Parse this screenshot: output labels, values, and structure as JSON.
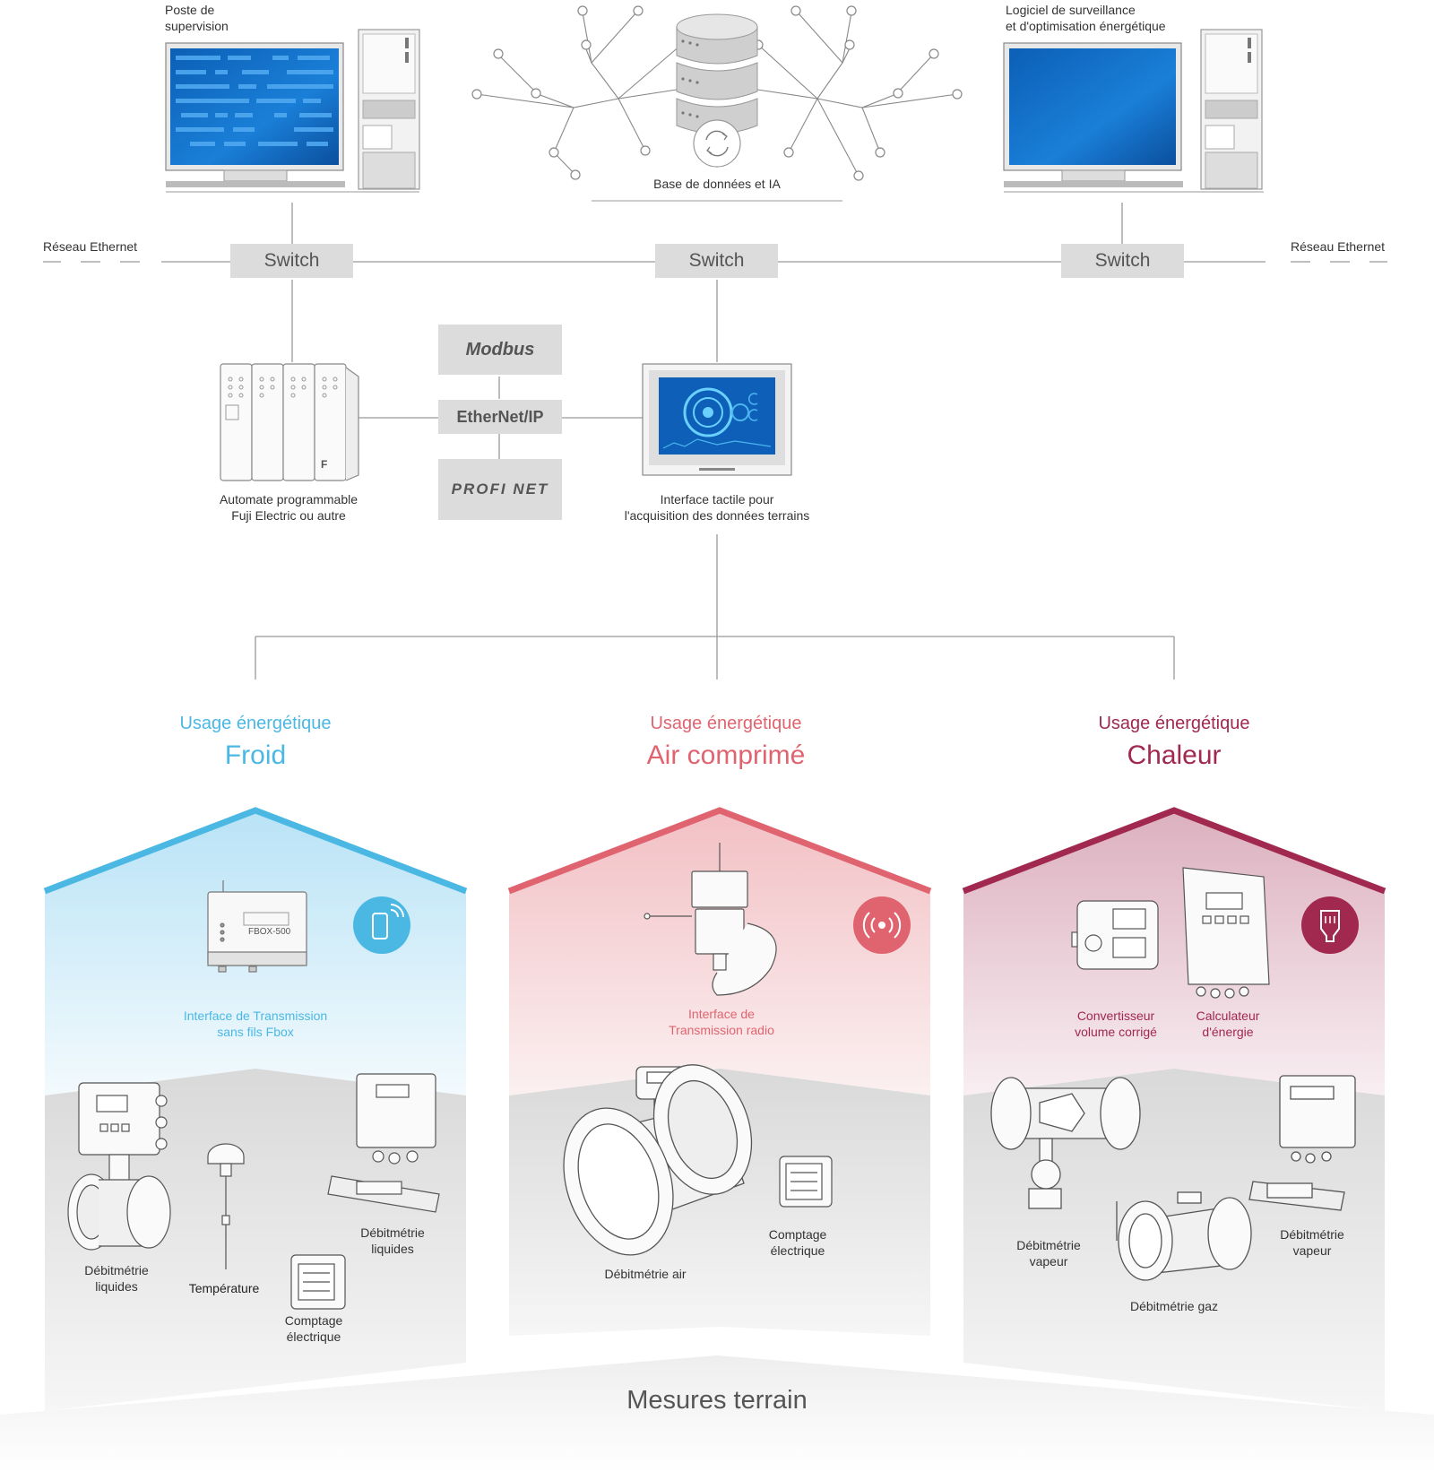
{
  "top": {
    "supervision_label": [
      "Poste de",
      "supervision"
    ],
    "database_label": "Base de données et IA",
    "software_label": [
      "Logiciel de surveillance",
      "et d'optimisation énergétique"
    ]
  },
  "network": {
    "left_label": "Réseau Ethernet",
    "right_label": "Réseau Ethernet",
    "switches": [
      "Switch",
      "Switch",
      "Switch"
    ]
  },
  "middle": {
    "plc_label": [
      "Automate programmable",
      "Fuji Electric ou autre"
    ],
    "hmi_label": [
      "Interface tactile pour",
      "l'acquisition des données terrains"
    ],
    "protocols": [
      "Modbus",
      "EtherNet/IP",
      "PROFI NET"
    ]
  },
  "usages": [
    {
      "line1": "Usage énergétique",
      "line2": "Froid",
      "color": "#4bb8e4",
      "device_name": "FBOX-500",
      "gateway_label": [
        "Interface de Transmission",
        "sans fils Fbox"
      ],
      "icon": "phone-wireless-icon",
      "measures": [
        {
          "label": [
            "Débitmétrie",
            "liquides"
          ]
        },
        {
          "label": [
            "Température"
          ]
        },
        {
          "label": [
            "Comptage",
            "électrique"
          ]
        },
        {
          "label": [
            "Débitmétrie",
            "liquides"
          ]
        }
      ]
    },
    {
      "line1": "Usage énergétique",
      "line2": "Air comprimé",
      "color": "#e06470",
      "gateway_label": [
        "Interface de",
        "Transmission radio"
      ],
      "icon": "radio-signal-icon",
      "measures": [
        {
          "label": [
            "Débitmétrie air"
          ]
        },
        {
          "label": [
            "Comptage",
            "électrique"
          ]
        }
      ]
    },
    {
      "line1": "Usage énergétique",
      "line2": "Chaleur",
      "color": "#a1284f",
      "gateway_labels": [
        [
          "Convertisseur",
          "volume corrigé"
        ],
        [
          "Calculateur",
          "d'énergie"
        ]
      ],
      "icon": "ethernet-plug-icon",
      "measures": [
        {
          "label": [
            "Débitmétrie",
            "vapeur"
          ]
        },
        {
          "label": [
            "Débitmétrie gaz"
          ]
        },
        {
          "label": [
            "Débitmétrie",
            "vapeur"
          ]
        }
      ]
    }
  ],
  "footer": {
    "title": "Mesures terrain"
  }
}
